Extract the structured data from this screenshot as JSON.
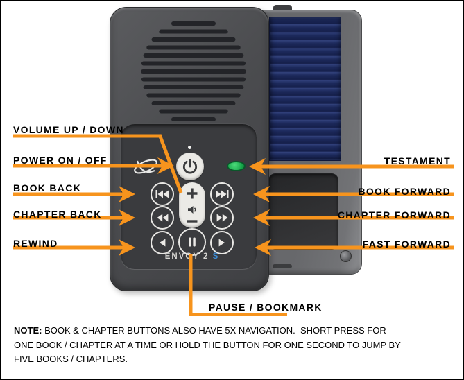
{
  "device": {
    "brand": "ENVOY 2",
    "brand_suffix": "S"
  },
  "callouts": {
    "left": [
      {
        "label": "VOLUME UP / DOWN"
      },
      {
        "label": "POWER ON / OFF"
      },
      {
        "label": "BOOK BACK"
      },
      {
        "label": "CHAPTER BACK"
      },
      {
        "label": "REWIND"
      }
    ],
    "right": [
      {
        "label": "TESTAMENT"
      },
      {
        "label": "BOOK FORWARD"
      },
      {
        "label": "CHAPTER FORWARD"
      },
      {
        "label": "FAST FORWARD"
      }
    ],
    "bottom": {
      "label": "PAUSE / BOOKMARK"
    }
  },
  "note": {
    "prefix": "NOTE:",
    "line1": "BOOK & CHAPTER BUTTONS ALSO HAVE 5X NAVIGATION.  SHORT PRESS FOR",
    "line2": "ONE BOOK / CHAPTER AT A TIME OR HOLD THE BUTTON FOR ONE SECOND TO JUMP BY",
    "line3": "FIVE BOOKS / CHAPTERS."
  },
  "colors": {
    "arrow_orange": "#F7941D",
    "led_green": "#16A549",
    "solar_blue": "#1D2A5C",
    "brand_suffix_blue": "#3E8ED8",
    "button_face": "#EBEAE6",
    "body_dark_gray": "#4B4C4F",
    "body_light_gray": "#6B6C6F"
  }
}
